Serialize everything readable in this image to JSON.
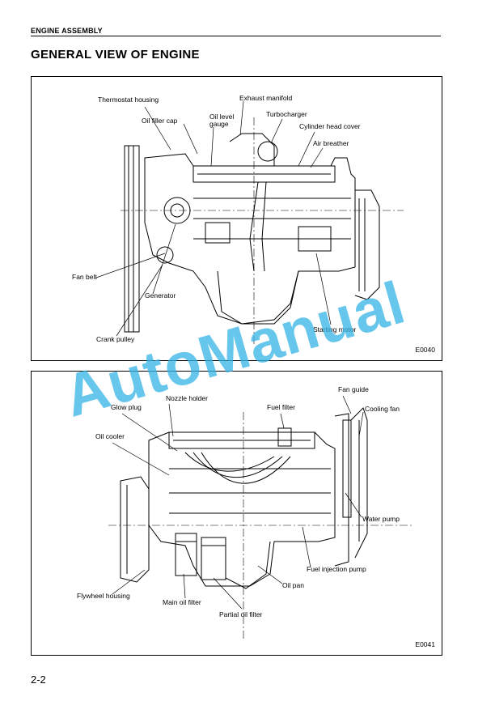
{
  "header": {
    "section": "ENGINE ASSEMBLY"
  },
  "page_title": "GENERAL VIEW OF ENGINE",
  "figures": [
    {
      "code": "E0040",
      "callouts": {
        "thermostat_housing": "Thermostat housing",
        "exhaust_manifold": "Exhaust manifold",
        "oil_filler_cap": "Oil filler cap",
        "oil_level_gauge_1": "Oil level",
        "oil_level_gauge_2": "gauge",
        "turbocharger": "Turbocharger",
        "cylinder_head_cover": "Cylinder head cover",
        "air_breather": "Air breather",
        "fan_belt": "Fan belt",
        "generator": "Generator",
        "crank_pulley": "Crank pulley",
        "starting_motor": "Starting motor"
      }
    },
    {
      "code": "E0041",
      "callouts": {
        "fan_guide": "Fan guide",
        "glow_plug": "Glow plug",
        "nozzle_holder": "Nozzle holder",
        "fuel_filter": "Fuel filter",
        "cooling_fan": "Cooling fan",
        "oil_cooler": "Oil cooler",
        "water_pump": "Water pump",
        "fuel_injection_pump": "Fuel injection pump",
        "oil_pan": "Oil pan",
        "flywheel_housing": "Flywheel housing",
        "main_oil_filter": "Main oil filter",
        "partial_oil_filter": "Partial oil filter"
      }
    }
  ],
  "page_number": "2-2",
  "watermark": "AutoManual"
}
